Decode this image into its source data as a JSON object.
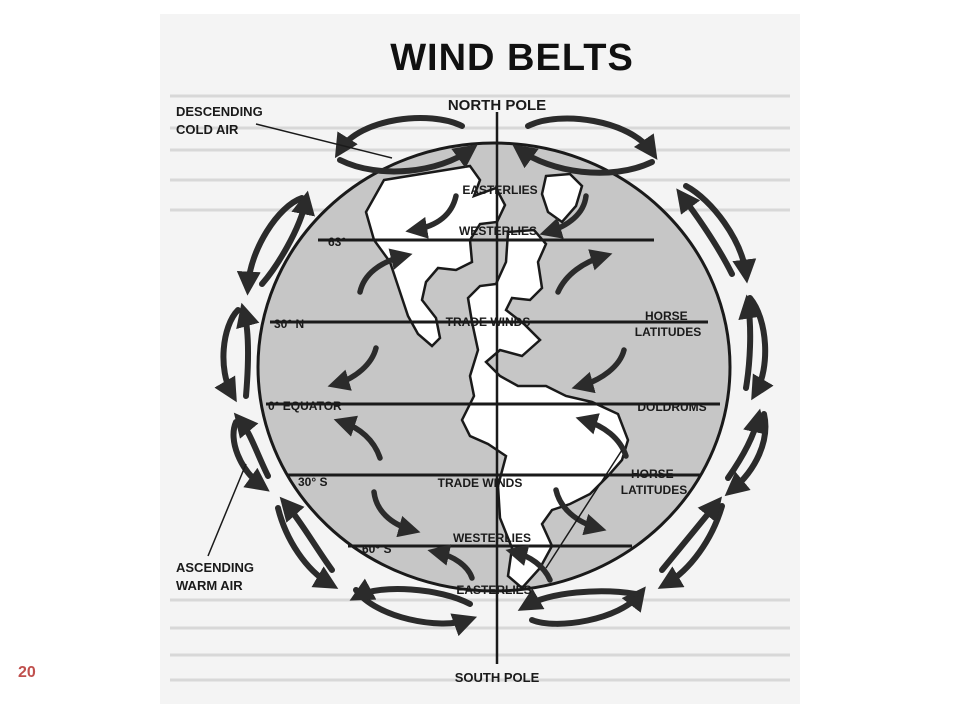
{
  "title": "WIND BELTS",
  "poles": {
    "north": "NORTH POLE",
    "south": "SOUTH POLE"
  },
  "wind_labels": {
    "easterlies_north": "EASTERLIES",
    "westerlies_north": "WESTERLIES",
    "trade_winds_north": "TRADE WINDS",
    "trade_winds_south": "TRADE WINDS",
    "westerlies_south": "WESTERLIES",
    "easterlies_south": "EASTERLIES"
  },
  "latitudes": {
    "lat_63": "63°",
    "lat_30n": "30° N",
    "equator": "0° EQUATOR",
    "lat_30s": "30° S",
    "lat_60s": "60° S"
  },
  "zones": {
    "horse_latitudes_north": [
      "HORSE",
      "LATITUDES"
    ],
    "doldrums": "DOLDRUMS",
    "horse_latitudes_south": [
      "HORSE",
      "LATITUDES"
    ]
  },
  "callouts": {
    "descending": [
      "DESCENDING",
      "COLD AIR"
    ],
    "ascending": [
      "ASCENDING",
      "WARM AIR"
    ]
  },
  "slide_number": "20"
}
